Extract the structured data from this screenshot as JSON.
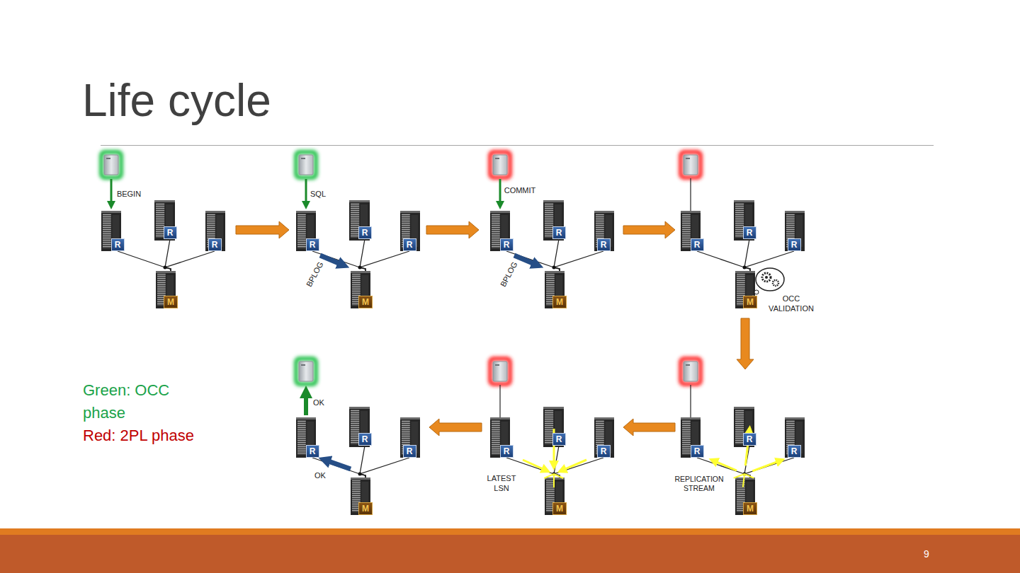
{
  "diagram": {
    "title": "Life cycle",
    "nodes": [
      {
        "text": [
          "R"
        ]
      },
      {
        "text": [
          "R"
        ]
      },
      {
        "text": [
          "R"
        ]
      },
      {
        "text": [
          "M"
        ]
      },
      {
        "text": [
          "R"
        ]
      },
      {
        "text": [
          "R"
        ]
      },
      {
        "text": [
          "R"
        ]
      },
      {
        "text": [
          "M"
        ]
      },
      {
        "text": [
          "R"
        ]
      },
      {
        "text": [
          "R"
        ]
      },
      {
        "text": [
          "R"
        ]
      },
      {
        "text": [
          "M"
        ]
      },
      {
        "text": [
          "R"
        ]
      },
      {
        "text": [
          "R"
        ]
      },
      {
        "text": [
          "R"
        ]
      },
      {
        "text": [
          "M"
        ]
      },
      {
        "text": [
          "R"
        ]
      },
      {
        "text": [
          "R"
        ]
      },
      {
        "text": [
          "R"
        ]
      },
      {
        "text": [
          "M"
        ]
      },
      {
        "text": [
          "R"
        ]
      },
      {
        "text": [
          "R"
        ]
      },
      {
        "text": [
          "R"
        ]
      },
      {
        "text": [
          "M"
        ]
      },
      {
        "text": [
          "R"
        ]
      },
      {
        "text": [
          "R"
        ]
      },
      {
        "text": [
          "R"
        ]
      },
      {
        "text": [
          "M"
        ]
      }
    ],
    "edges": [
      {
        "from": 0,
        "to": 3,
        "arrow": "none"
      },
      {
        "from": 1,
        "to": 3,
        "arrow": "none"
      },
      {
        "from": 2,
        "to": 3,
        "arrow": "none"
      },
      {
        "from": 4,
        "to": 7,
        "arrow": "none"
      },
      {
        "from": 5,
        "to": 7,
        "arrow": "none"
      },
      {
        "from": 6,
        "to": 7,
        "arrow": "none"
      },
      {
        "from": 8,
        "to": 11,
        "arrow": "none"
      },
      {
        "from": 9,
        "to": 11,
        "arrow": "none"
      },
      {
        "from": 10,
        "to": 11,
        "arrow": "none"
      },
      {
        "from": 12,
        "to": 15,
        "arrow": "none"
      },
      {
        "from": 13,
        "to": 15,
        "arrow": "none"
      },
      {
        "from": 14,
        "to": 15,
        "arrow": "none"
      },
      {
        "from": 16,
        "to": 19,
        "arrow": "none"
      },
      {
        "from": 17,
        "to": 19,
        "arrow": "none"
      },
      {
        "from": 18,
        "to": 19,
        "arrow": "none"
      },
      {
        "from": 20,
        "to": 23,
        "arrow": "none"
      },
      {
        "from": 21,
        "to": 23,
        "arrow": "none"
      },
      {
        "from": 22,
        "to": 23,
        "arrow": "none"
      },
      {
        "from": 24,
        "to": 27,
        "arrow": "none"
      },
      {
        "from": 25,
        "to": 27,
        "arrow": "none"
      },
      {
        "from": 26,
        "to": 27,
        "arrow": "none"
      }
    ],
    "labels": [
      "BEGIN",
      "SQL",
      "BPLOG",
      "COMMIT",
      "BPLOG",
      "OCC VALIDATION",
      "OK",
      "OK",
      "LATEST LSN",
      "REPLICATION STREAM",
      "9"
    ],
    "legend": [
      {
        "text": "Green: OCC phase"
      },
      {
        "text": "Red: 2PL phase"
      }
    ]
  }
}
